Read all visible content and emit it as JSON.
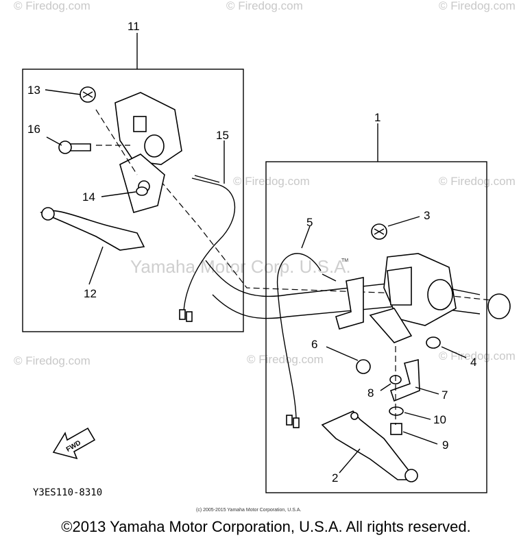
{
  "watermark": {
    "site": "© Firedog.com",
    "brand": "Yamaha Motor Corp. U.S.A."
  },
  "diagram": {
    "group_labels": [
      "11",
      "1"
    ],
    "part_numbers": {
      "p1": "1",
      "p2": "2",
      "p3": "3",
      "p4": "4",
      "p5": "5",
      "p6": "6",
      "p7": "7",
      "p8": "8",
      "p9": "9",
      "p10": "10",
      "p11": "11",
      "p12": "12",
      "p13": "13",
      "p14": "14",
      "p15": "15",
      "p16": "16"
    },
    "fwd_label": "FWD",
    "tm_mark": "TM",
    "drawing_code": "Y3ES110-8310"
  },
  "footer": {
    "small_copyright": "(c) 2005-2015 Yamaha Motor Corporation, U.S.A.",
    "copyright": "©2013 Yamaha Motor Corporation, U.S.A. All rights reserved."
  }
}
